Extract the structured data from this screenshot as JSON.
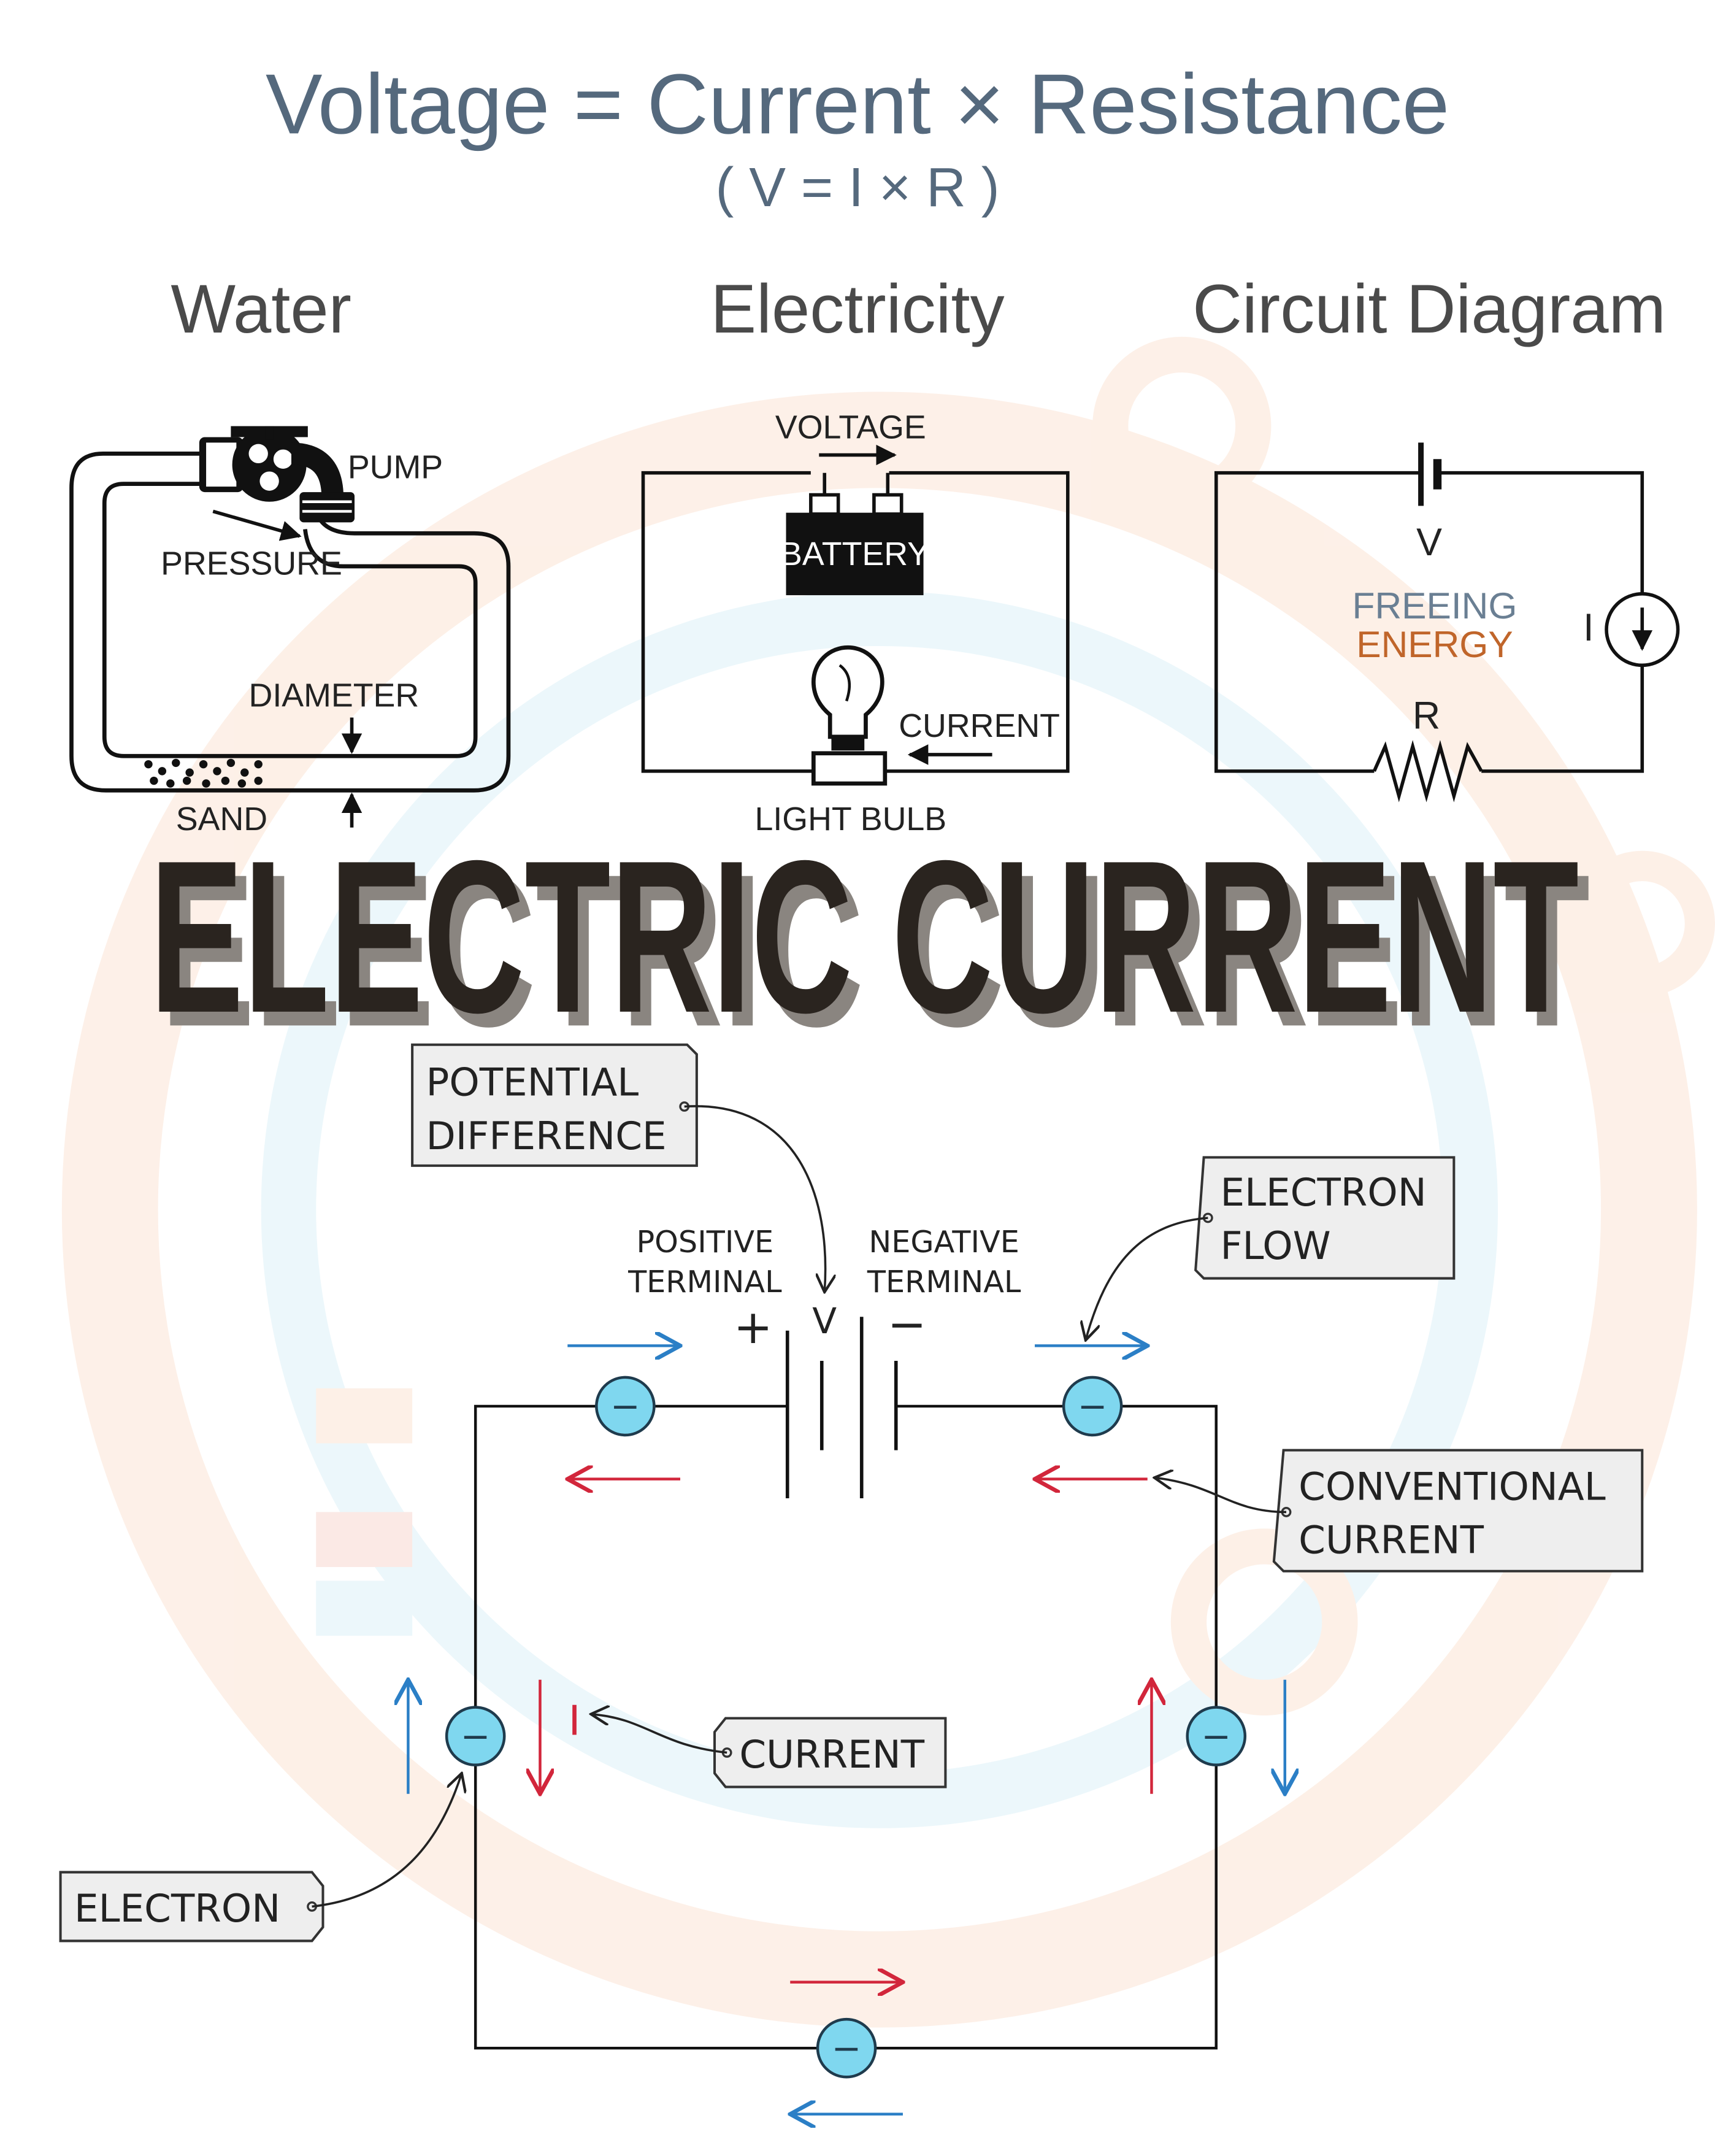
{
  "header": {
    "title": "Voltage = Current × Resistance",
    "formula": "( V = I × R )"
  },
  "panels": {
    "water": {
      "heading": "Water",
      "pump": "PUMP",
      "pressure": "PRESSURE",
      "diameter": "DIAMETER",
      "sand": "SAND"
    },
    "electricity": {
      "heading": "Electricity",
      "voltage": "VOLTAGE",
      "battery": "BATTERY",
      "current": "CURRENT",
      "bulb": "LIGHT BULB"
    },
    "circuit": {
      "heading": "Circuit Diagram",
      "v": "V",
      "freeing": "FREEING",
      "energy": "ENERGY",
      "i": "I",
      "r": "R"
    }
  },
  "banner": {
    "text": "ELECTRIC CURRENT"
  },
  "diagram": {
    "potential_1": "POTENTIAL",
    "potential_2": "DIFFERENCE",
    "positive_1": "POSITIVE",
    "positive_2": "TERMINAL",
    "negative_1": "NEGATIVE",
    "negative_2": "TERMINAL",
    "plus": "+",
    "v": "V",
    "minus": "−",
    "electron_flow_1": "ELECTRON",
    "electron_flow_2": "FLOW",
    "conventional_1": "CONVENTIONAL",
    "conventional_2": "CURRENT",
    "i": "I",
    "current": "CURRENT",
    "electron": "ELECTRON",
    "electron_symbol": "−"
  },
  "colors": {
    "title": "#55697d",
    "heading": "#4a4a4a",
    "banner": "#2a241f",
    "freeing": "#6a7f93",
    "energy": "#c0652a",
    "electron_fill": "#7fd7ef",
    "blue_arrow": "#2b7fc6",
    "red_arrow": "#d2263b"
  }
}
